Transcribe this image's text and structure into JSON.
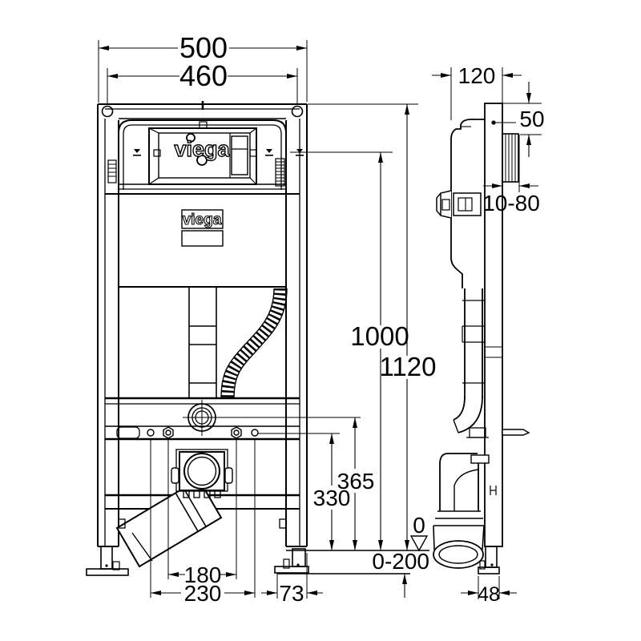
{
  "meta": {
    "background": "#ffffff",
    "ink": "#000000",
    "drawing_type": "technical installation drawing"
  },
  "brand": {
    "access_panel_logo": "viega",
    "tank_label": "viega"
  },
  "front_view": {
    "dims": {
      "overall_width": "500",
      "anchor_width": "460",
      "height_to_cistern_top": "1000",
      "overall_height": "1120",
      "supply_connection_height": "365",
      "fixing_height": "330",
      "wc_fixing_spacing_narrow": "180",
      "wc_fixing_spacing_wide": "230",
      "outlet_side_offset": "73",
      "floor_datum": "0",
      "floor_adjust_range": "0-200"
    }
  },
  "side_view": {
    "dims": {
      "frame_depth": "120",
      "top_rail_offset": "50",
      "wall_clearance_range": "10-80",
      "foot_plate_depth": "48"
    }
  }
}
